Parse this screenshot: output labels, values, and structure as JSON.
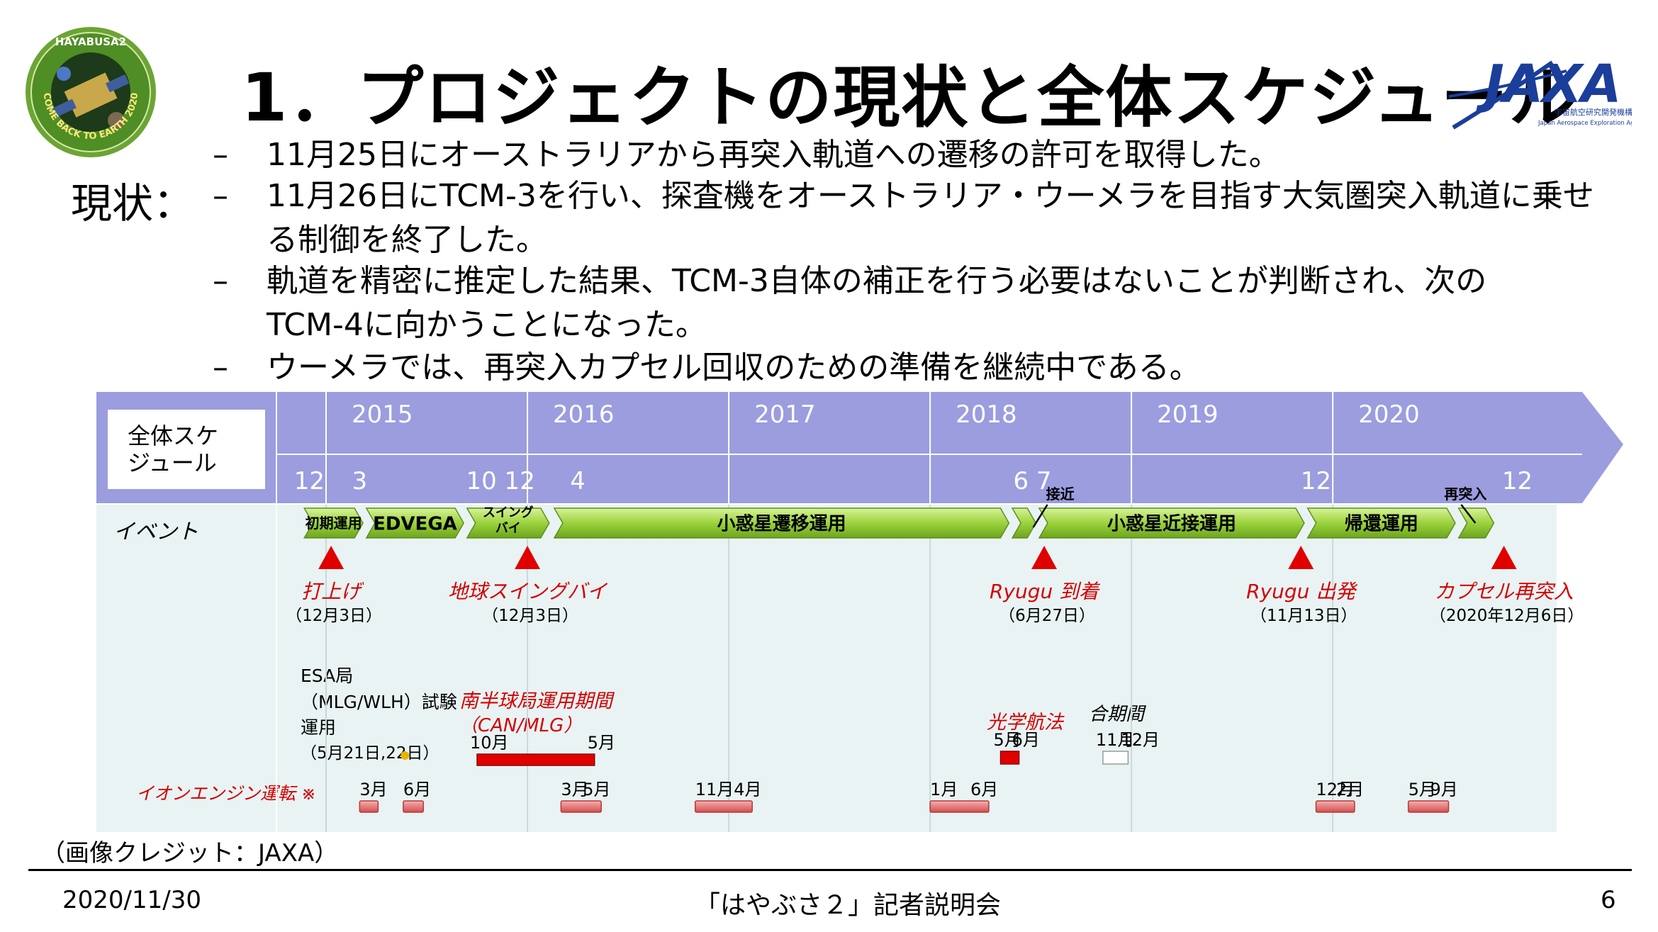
{
  "header": {
    "title": "1．プロジェクトの現状と全体スケジュール",
    "mission_logo": {
      "top_text": "HAYABUSA2",
      "ring_text": "COME BACK TO EARTH  2020"
    },
    "agency_logo": {
      "wordmark": "JAXA",
      "subtitle_jp": "宇宙航空研究開発機構",
      "subtitle_en": "Japan Aerospace Exploration Agency"
    }
  },
  "status": {
    "label": "現状：",
    "bullets": [
      {
        "dash": "–",
        "lines": [
          "11月25日にオーストラリアから再突入軌道への遷移の許可を取得した。"
        ]
      },
      {
        "dash": "–",
        "lines": [
          "11月26日にTCM-3を行い、探査機をオーストラリア・ウーメラを目指す大気圏突入軌道に乗せ",
          "る制御を終了した。"
        ]
      },
      {
        "dash": "–",
        "lines": [
          "軌道を精密に推定した結果、TCM-3自体の補正を行う必要はないことが判断され、次の",
          "TCM-4に向かうことになった。"
        ]
      },
      {
        "dash": "–",
        "lines": [
          "ウーメラでは、再突入カプセル回収のための準備を継続中である。"
        ]
      }
    ]
  },
  "schedule": {
    "label_line1": "全体スケ",
    "label_line2": "ジュール",
    "events_label": "イベント",
    "ion_label": "イオンエンジン運転 ※",
    "years": [
      "2015",
      "2016",
      "2017",
      "2018",
      "2019",
      "2020"
    ],
    "month_ticks": [
      {
        "label": "12",
        "m": -1
      },
      {
        "label": "3",
        "m": 2
      },
      {
        "label": "10 12",
        "m": 10.4
      },
      {
        "label": "4",
        "m": 15
      },
      {
        "label": "6 7",
        "m": 42.1
      },
      {
        "label": "12",
        "m": 59
      },
      {
        "label": "12",
        "m": 71
      }
    ],
    "phases": [
      {
        "name": "初期運用",
        "start": -1.3,
        "end": 2.2
      },
      {
        "name": "EDVEGA",
        "start": 2.4,
        "end": 8.2
      },
      {
        "name": "スイング\nバイ",
        "start": 8.4,
        "end": 13.3
      },
      {
        "name": "小惑星遷移運用",
        "start": 13.6,
        "end": 40.7
      },
      {
        "name": "",
        "start": 40.9,
        "end": 42.3
      },
      {
        "name": "小惑星近接運用",
        "start": 42.5,
        "end": 58.3
      },
      {
        "name": "帰還運用",
        "start": 58.5,
        "end": 67.3
      },
      {
        "name": "",
        "start": 67.5,
        "end": 69.6
      }
    ],
    "phase_notes": [
      {
        "text": "接近",
        "m": 42.4
      },
      {
        "text": "再突入",
        "m": 67.4
      }
    ],
    "milestones": [
      {
        "m": 0.3,
        "name": "打上げ",
        "date": "（12月3日）"
      },
      {
        "m": 12.0,
        "name": "地球スイングバイ",
        "date": "（12月3日）"
      },
      {
        "m": 42.8,
        "name": "Ryugu 到着",
        "date": "（6月27日）"
      },
      {
        "m": 58.1,
        "name": "Ryugu 出発",
        "date": "（11月13日）"
      },
      {
        "m": 70.2,
        "name": "カプセル再突入",
        "date": "（2020年12月6日）"
      }
    ],
    "esa": {
      "lines": [
        "ESA局",
        "（MLG/WLH）試験",
        "運用",
        "（5月21日,22日）"
      ],
      "m": 4.7
    },
    "south": {
      "title_line1": "南半球局運用期間",
      "title_line2": "（CAN/MLG）",
      "start_label": "10月",
      "end_label": "5月",
      "start": 9.0,
      "end": 16.0
    },
    "optical": {
      "title": "光学航法",
      "start_label": "5月",
      "end_label": "6月",
      "start": 40.2,
      "end": 41.3
    },
    "conjunction": {
      "title": "合期間",
      "start_label": "11月",
      "end_label": "12月",
      "start": 46.3,
      "end": 47.8
    },
    "ion_bars": [
      {
        "start_label": "3月",
        "end_label": "",
        "start": 2.0,
        "end": 3.1
      },
      {
        "start_label": "6月",
        "end_label": "",
        "start": 4.6,
        "end": 5.8
      },
      {
        "start_label": "3月",
        "end_label": "5月",
        "start": 14.0,
        "end": 16.4
      },
      {
        "start_label": "11月",
        "end_label": "4月",
        "start": 22.0,
        "end": 25.4
      },
      {
        "start_label": "1月",
        "end_label": "6月",
        "start": 36.0,
        "end": 39.5
      },
      {
        "start_label": "12月",
        "end_label": "2月",
        "start": 59.0,
        "end": 61.3
      },
      {
        "start_label": "5月",
        "end_label": "9月",
        "start": 64.5,
        "end": 66.9
      }
    ]
  },
  "credit": "（画像クレジット：JAXA）",
  "footer": {
    "date": "2020/11/30",
    "center": "「はやぶさ２」記者説明会",
    "page": "6"
  }
}
